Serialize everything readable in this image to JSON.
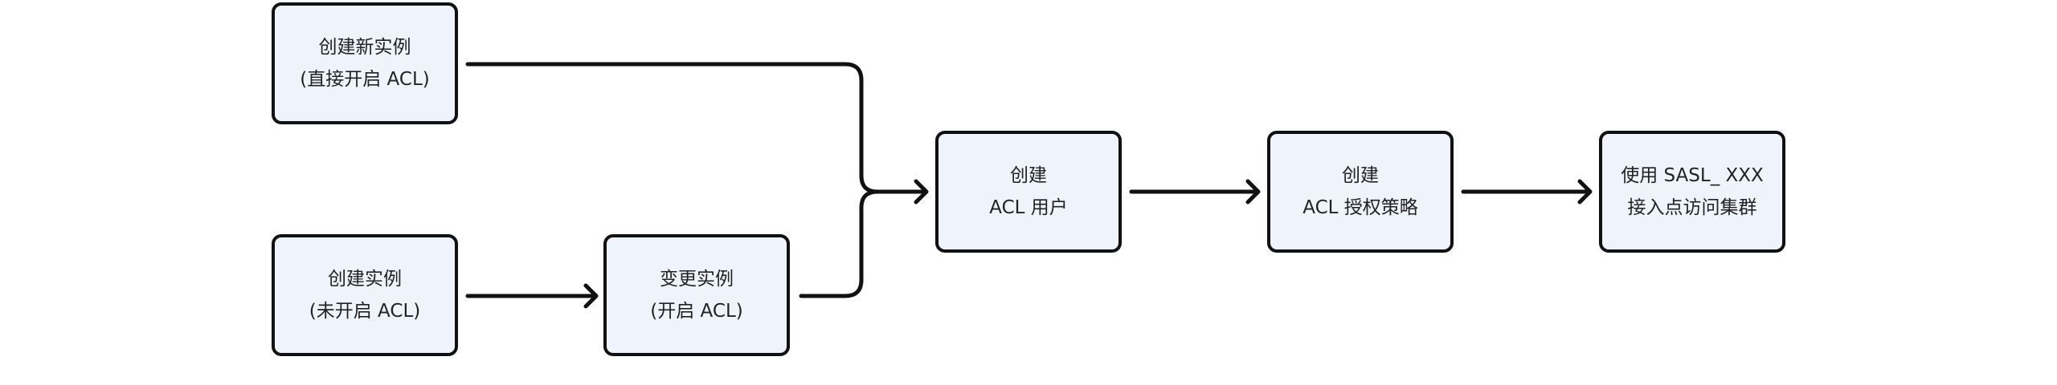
{
  "nodes": {
    "create_new": {
      "line1": "创建新实例",
      "line2": "(直接开启 ACL)"
    },
    "create": {
      "line1": "创建实例",
      "line2": "(未开启 ACL)"
    },
    "change": {
      "line1": "变更实例",
      "line2": "(开启 ACL)"
    },
    "acl_user": {
      "line1": "创建",
      "line2": "ACL 用户"
    },
    "acl_policy": {
      "line1": "创建",
      "line2": "ACL 授权策略"
    },
    "access": {
      "line1": "使用 SASL_ XXX",
      "line2": "接入点访问集群"
    }
  },
  "colors": {
    "node_fill": "#eef3fc",
    "stroke": "#111111"
  }
}
